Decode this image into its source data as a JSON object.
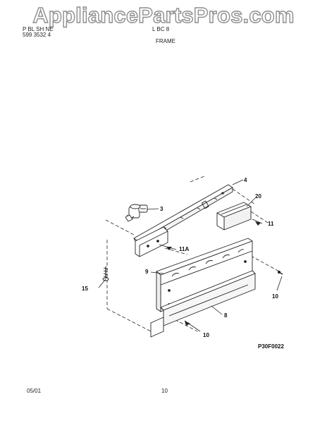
{
  "watermark": "AppliancePartsPros.com",
  "header": {
    "left_line1": "P  BL  SH  NE",
    "left_line2": "599  3532  4",
    "center_top": "L  BC  8  ",
    "section_title": "FRAME"
  },
  "diagram": {
    "callouts": {
      "c4": "4",
      "c3": "3",
      "c20": "20",
      "c11": "11",
      "c11a": "11A",
      "c9": "9",
      "c15": "15",
      "c10_right": "10",
      "c8": "8",
      "c10_bottom": "10"
    },
    "drawing_code": "P30F0022"
  },
  "footer": {
    "date": "05/01",
    "page": "10"
  }
}
